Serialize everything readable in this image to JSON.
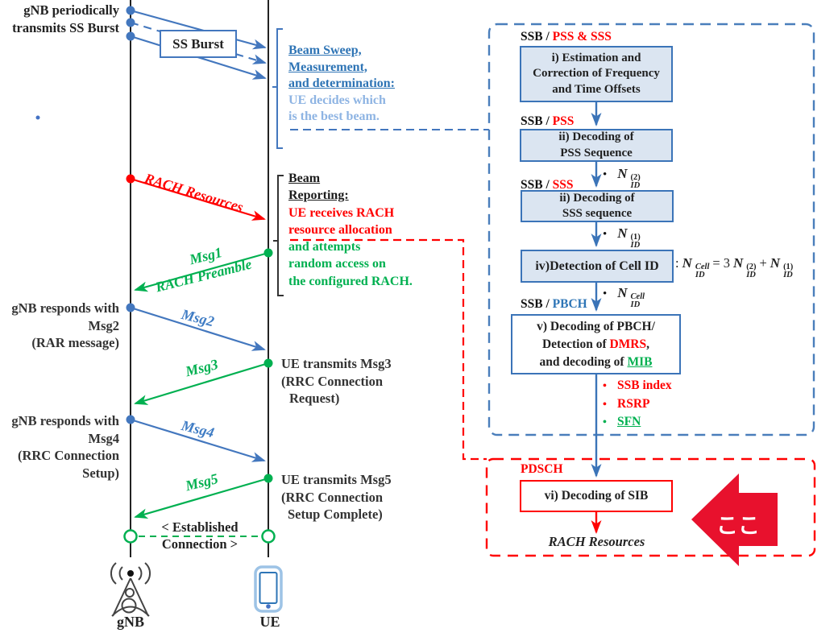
{
  "colors": {
    "sequence_blue": "#4377BE",
    "flow_blue": "#3B74B8",
    "msg_blue_text": "#3F7CC4",
    "beam_sweep_blue": "#2E74B5",
    "light_blue_text": "#8EB4E3",
    "green": "#00B050",
    "red": "#FF0000",
    "big_arrow_red": "#E8112D",
    "box_fill": "#DBE5F1",
    "dashed_blue": "#4A7EBB"
  },
  "sequence": {
    "top_note": [
      "gNB periodically",
      "transmits SS Burst"
    ],
    "ss_burst": "SS Burst",
    "beam_sweep": {
      "underlined": [
        "Beam Sweep,",
        "Measurement,",
        "and determination:"
      ],
      "plain": [
        "UE decides which",
        "is the best beam."
      ]
    },
    "rach_resources": "RACH Resources",
    "beam_reporting": {
      "title": [
        "Beam",
        "Reporting:"
      ],
      "red": [
        "UE receives RACH",
        "resource allocation"
      ],
      "green": [
        "and attempts",
        "random access on",
        "the configured RACH."
      ]
    },
    "messages": {
      "msg1": "Msg1",
      "msg1_sub": "RACH  Preamble",
      "msg2": "Msg2",
      "msg3": "Msg3",
      "msg4": "Msg4",
      "msg5": "Msg5"
    },
    "notes": {
      "msg2": [
        "gNB responds with",
        "Msg2",
        "(RAR message)"
      ],
      "msg3": [
        "UE transmits Msg3",
        "(RRC Connection",
        "Request)"
      ],
      "msg4": [
        "gNB responds with",
        "Msg4",
        "(RRC Connection",
        "Setup)"
      ],
      "msg5": [
        "UE transmits Msg5",
        "(RRC Connection",
        "Setup Complete)"
      ]
    },
    "established": [
      "< Established",
      "Connection >"
    ],
    "actors": {
      "gnb": "gNB",
      "ue": "UE"
    }
  },
  "flowchart": {
    "stage_labels": {
      "s1_prefix": "SSB / ",
      "s1_value": "PSS & SSS",
      "s2_prefix": "SSB / ",
      "s2_value": "PSS",
      "s3_prefix": "SSB / ",
      "s3_value": "SSS",
      "s4_prefix": "SSB / ",
      "s4_value": "PBCH",
      "s5": "PDSCH"
    },
    "boxes": {
      "b1": [
        "i) Estimation and",
        "Correction of Frequency",
        "and Time Offsets"
      ],
      "b2": [
        "ii) Decoding of",
        "PSS Sequence"
      ],
      "b3": [
        "ii) Decoding of",
        "SSS sequence"
      ],
      "b4": "iv)Detection of Cell ID",
      "b5_line1": "v) Decoding of PBCH/",
      "b5_line2_pre": "Detection of ",
      "b5_line2_red": "DMRS",
      "b5_line2_post": ",",
      "b5_line3_pre": "and decoding of ",
      "b5_line3_green": "MIB",
      "b6": "vi) Decoding of SIB"
    },
    "math": {
      "n": "N",
      "id": "ID",
      "sup2": "(2)",
      "sup1": "(1)",
      "cell": "Cell",
      "colon": ":",
      "eq": "=",
      "three": "3",
      "plus": "+"
    },
    "bullet": "•",
    "outputs": [
      "SSB index",
      "RSRP",
      "SFN"
    ],
    "rach_resources_result": "RACH Resources",
    "here_label": "ここ"
  }
}
